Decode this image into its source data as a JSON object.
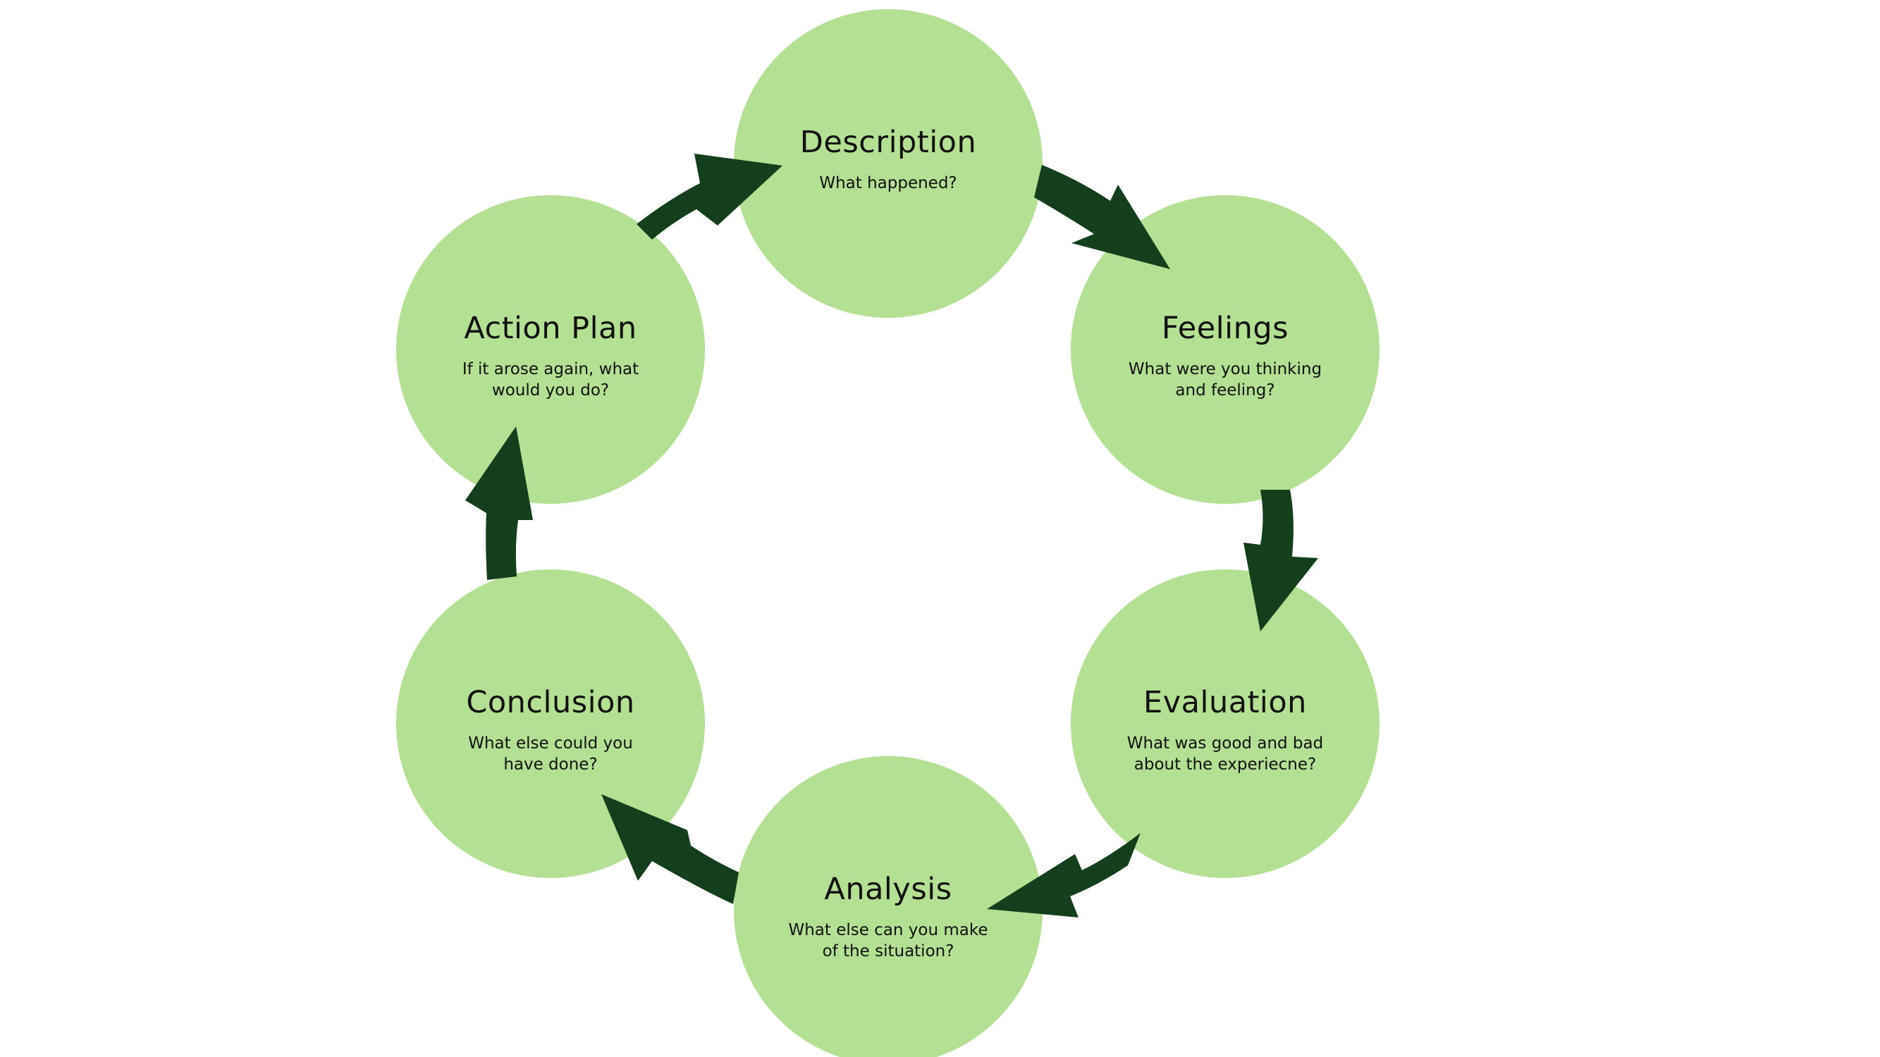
{
  "diagram": {
    "type": "cycle",
    "colors": {
      "node_fill": "#b3e092",
      "arrow": "#143f1c",
      "text": "#111111"
    },
    "stages": [
      {
        "title": "Description",
        "desc": [
          "What happened?"
        ]
      },
      {
        "title": "Feelings",
        "desc": [
          "What were you thinking",
          "and feeling?"
        ]
      },
      {
        "title": "Evaluation",
        "desc": [
          "What was good and bad",
          "about the experiecne?"
        ]
      },
      {
        "title": "Analysis",
        "desc": [
          "What else can you make",
          "of the situation?"
        ]
      },
      {
        "title": "Conclusion",
        "desc": [
          "What else could you",
          "have done?"
        ]
      },
      {
        "title": "Action Plan",
        "desc": [
          "If it arose again, what",
          "would you do?"
        ]
      }
    ]
  }
}
